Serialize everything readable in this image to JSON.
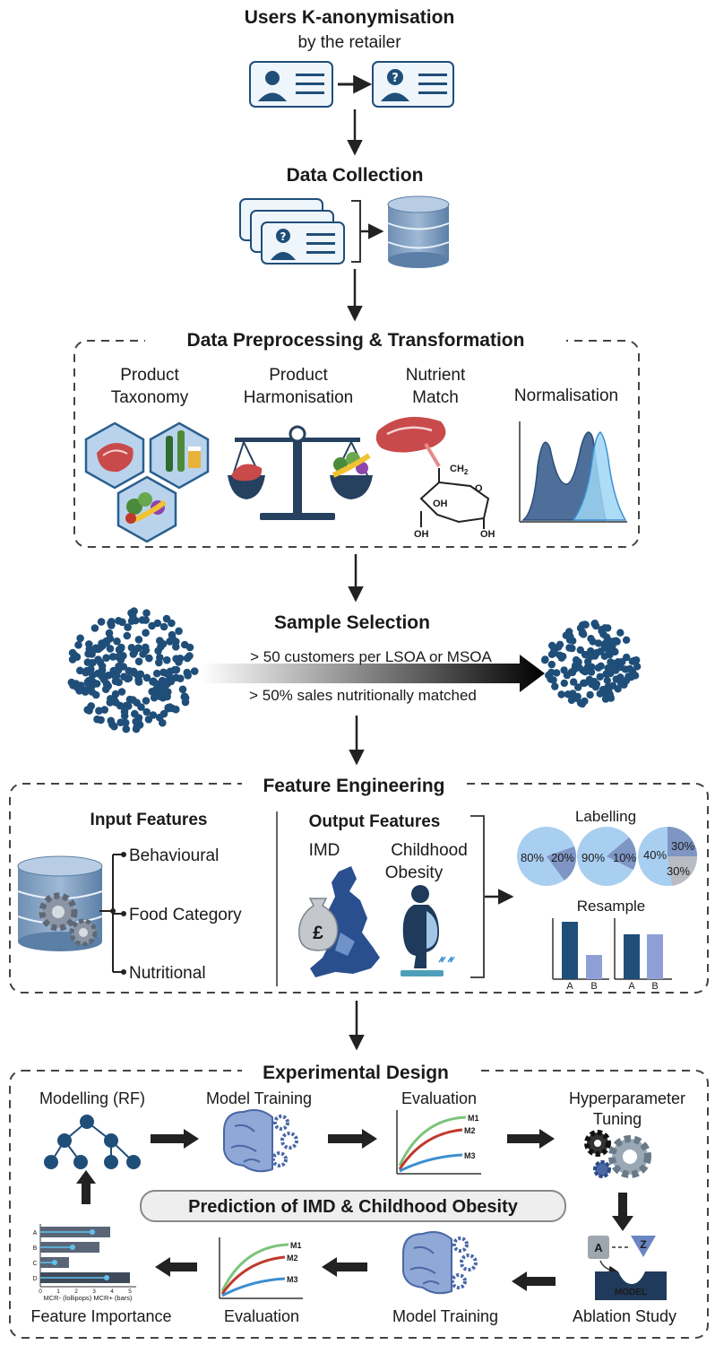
{
  "steps": {
    "anonymisation": {
      "title": "Users K-anonymisation",
      "subtitle": "by the retailer"
    },
    "collection": {
      "title": "Data Collection"
    },
    "preprocessing": {
      "title": "Data Preprocessing & Transformation",
      "taxonomy": [
        "Product",
        "Taxonomy"
      ],
      "harmonisation": [
        "Product",
        "Harmonisation"
      ],
      "nutrient": [
        "Nutrient",
        "Match"
      ],
      "normalisation": "Normalisation",
      "chem_ch2": "CH",
      "chem_ch2_sub": "2",
      "chem_o": "O",
      "chem_oh": "OH"
    },
    "sample": {
      "title": "Sample Selection",
      "criterion_1": "> 50 customers per LSOA or MSOA",
      "criterion_2": "> 50% sales nutritionally matched"
    },
    "feature": {
      "title": "Feature Engineering",
      "input_title": "Input Features",
      "inputs": [
        "Behavioural",
        "Food Category",
        "Nutritional"
      ],
      "output_title": "Output Features",
      "imd": "IMD",
      "obesity": [
        "Childhood",
        "Obesity"
      ],
      "pound": "£",
      "labelling": "Labelling",
      "pies": [
        {
          "a": "80%",
          "b": "20%"
        },
        {
          "a": "90%",
          "b": "10%"
        },
        {
          "a": "40%",
          "b": "30%",
          "c": "30%"
        }
      ],
      "resample": "Resample",
      "bar_labels": [
        "A",
        "B",
        "A",
        "B"
      ]
    },
    "experimental": {
      "title": "Experimental Design",
      "modelling": "Modelling (RF)",
      "training": "Model Training",
      "evaluation": "Evaluation",
      "tuning": [
        "Hyperparameter",
        "Tuning"
      ],
      "prediction": "Prediction of IMD & Childhood Obesity",
      "importance": "Feature Importance",
      "ablation": "Ablation Study",
      "series": [
        "M1",
        "M2",
        "M3"
      ],
      "fi_rows": [
        "A",
        "B",
        "C",
        "D"
      ],
      "fi_ticks": [
        "0",
        "1",
        "2",
        "3",
        "4",
        "5"
      ],
      "fi_axis": "MCR- (lollipops) MCR+ (bars)",
      "model_badge": "MODEL",
      "ablation_a": "A",
      "ablation_z": "Z"
    }
  },
  "colors": {
    "navy": "#1f4e79",
    "icon_blue": "#2a5f8f",
    "light_blue": "#a9cbe8",
    "db_blue": "#5b7fa6",
    "pie_light": "#a9cff0",
    "pie_mid": "#7f95c4",
    "green": "#7cc47a",
    "red": "#c0392b",
    "line_blue": "#3b8fd1"
  }
}
